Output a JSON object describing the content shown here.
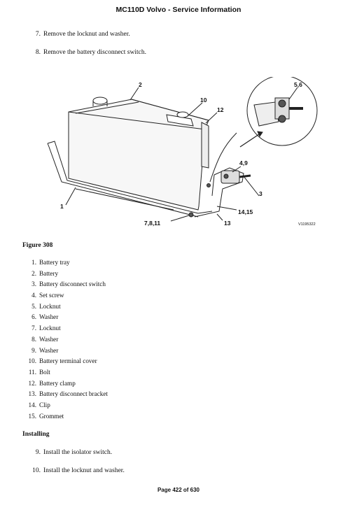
{
  "header": {
    "title": "MC110D Volvo - Service Information"
  },
  "steps_removal": [
    {
      "num": "7.",
      "text": "Remove the locknut and washer."
    },
    {
      "num": "8.",
      "text": "Remove the battery disconnect switch."
    }
  ],
  "figure": {
    "callouts": [
      "2",
      "10",
      "12",
      "5,6",
      "4,9",
      "3",
      "1",
      "14,15",
      "7,8,11",
      "13"
    ],
    "image_code": "V1195322",
    "caption": "Figure 308"
  },
  "parts": [
    {
      "num": "1.",
      "label": "Battery tray"
    },
    {
      "num": "2.",
      "label": "Battery"
    },
    {
      "num": "3.",
      "label": "Battery disconnect switch"
    },
    {
      "num": "4.",
      "label": "Set screw"
    },
    {
      "num": "5.",
      "label": "Locknut"
    },
    {
      "num": "6.",
      "label": "Washer"
    },
    {
      "num": "7.",
      "label": "Locknut"
    },
    {
      "num": "8.",
      "label": "Washer"
    },
    {
      "num": "9.",
      "label": "Washer"
    },
    {
      "num": "10.",
      "label": "Battery terminal cover"
    },
    {
      "num": "11.",
      "label": "Bolt"
    },
    {
      "num": "12.",
      "label": "Battery clamp"
    },
    {
      "num": "13.",
      "label": "Battery disconnect bracket"
    },
    {
      "num": "14.",
      "label": "Clip"
    },
    {
      "num": "15.",
      "label": "Grommet"
    }
  ],
  "installing": {
    "title": "Installing",
    "steps": [
      {
        "num": "9.",
        "text": "Install the isolator switch."
      },
      {
        "num": "10.",
        "text": "Install the locknut and washer."
      }
    ]
  },
  "footer": {
    "page": "Page 422 of 630"
  }
}
